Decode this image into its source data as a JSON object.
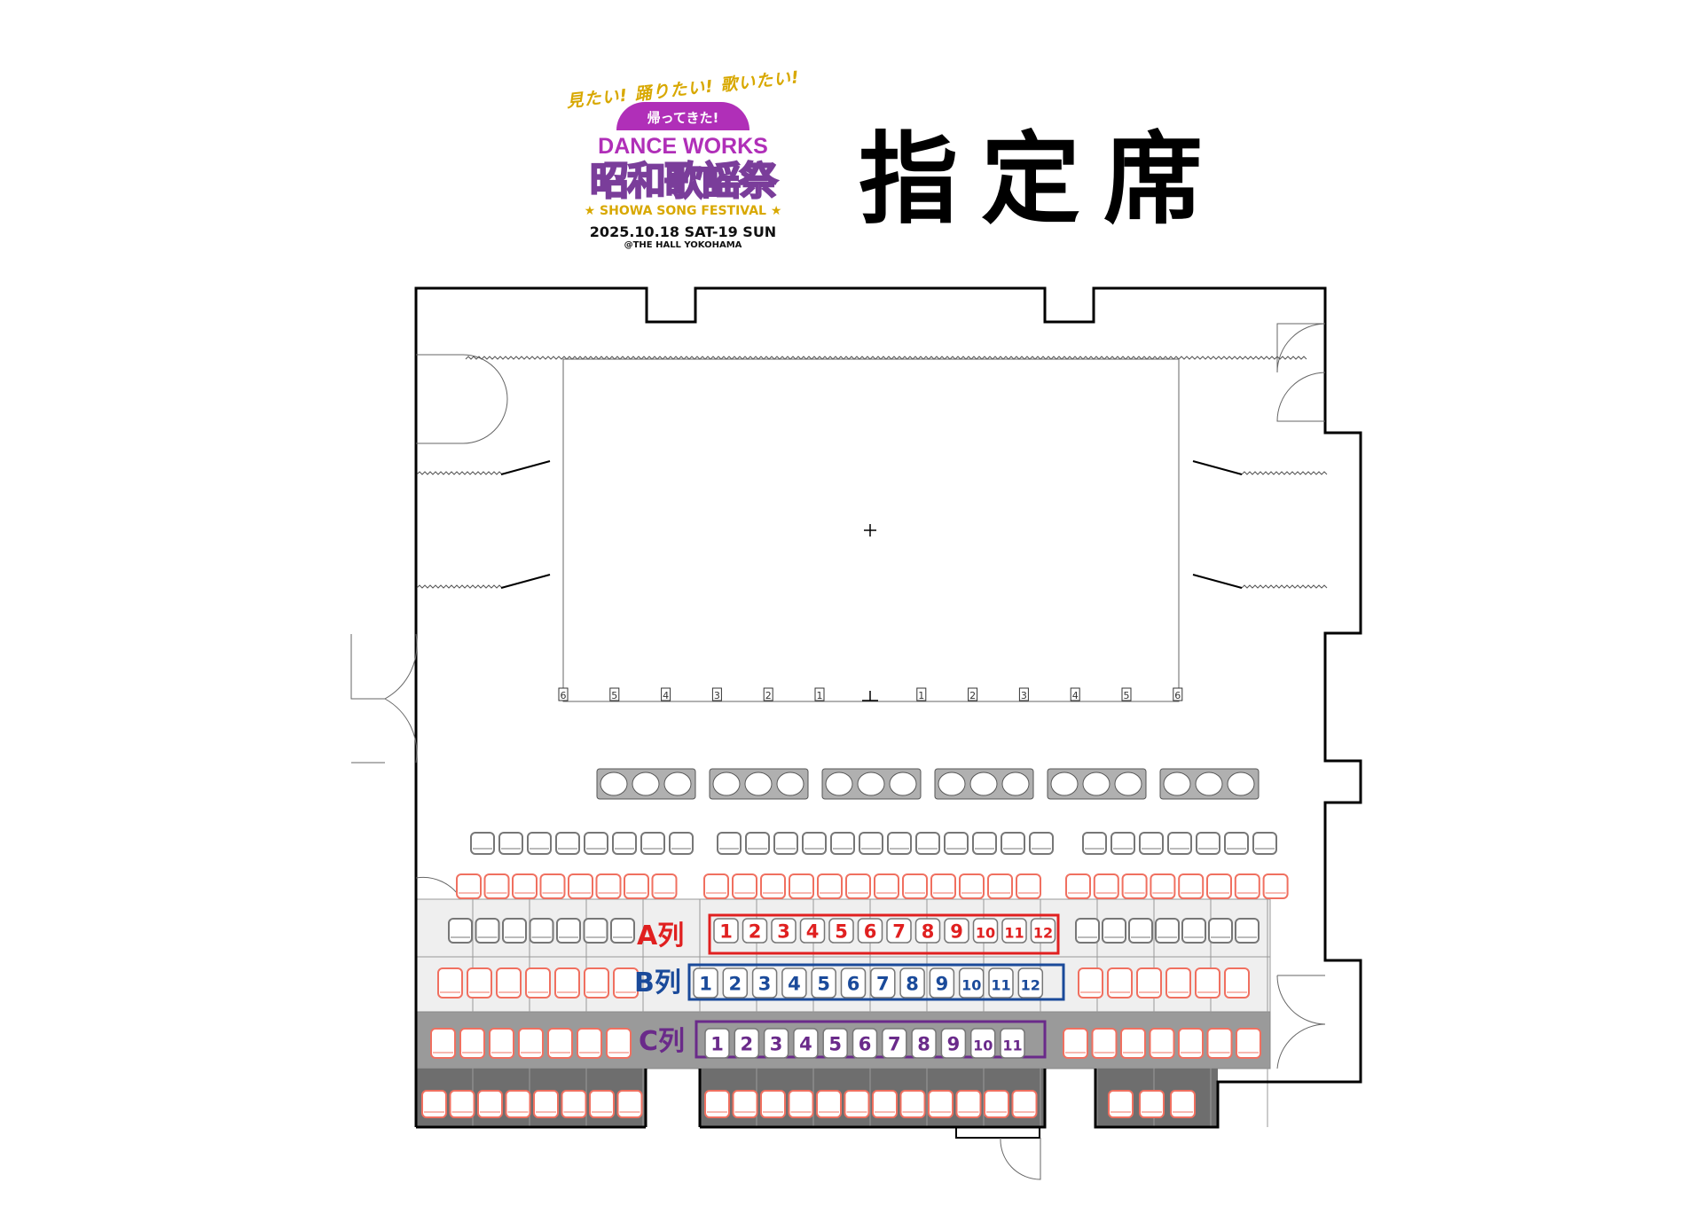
{
  "logo": {
    "tagline": "見たい! 踊りたい! 歌いたい!",
    "dome": "帰ってきた!",
    "dance_works": "DANCE WORKS",
    "japanese_title": "昭和歌謡祭",
    "festival": "★ SHOWA SONG FESTIVAL ★",
    "date": "2025.10.18 SAT-19 SUN",
    "venue": "@THE HALL YOKOHAMA"
  },
  "title": "指定席",
  "stage_marks": [
    "6",
    "5",
    "4",
    "3",
    "2",
    "1",
    "1",
    "2",
    "3",
    "4",
    "5",
    "6"
  ],
  "rows": {
    "A": {
      "label": "A列",
      "color": "#e02020",
      "seats": [
        "1",
        "2",
        "3",
        "4",
        "5",
        "6",
        "7",
        "8",
        "9",
        "10",
        "11",
        "12"
      ]
    },
    "B": {
      "label": "B列",
      "color": "#1a4a9a",
      "seats": [
        "1",
        "2",
        "3",
        "4",
        "5",
        "6",
        "7",
        "8",
        "9",
        "10",
        "11",
        "12"
      ]
    },
    "C": {
      "label": "C列",
      "color": "#6a2a8a",
      "seats": [
        "1",
        "2",
        "3",
        "4",
        "5",
        "6",
        "7",
        "8",
        "9",
        "10",
        "11"
      ]
    }
  },
  "colors": {
    "reserved_seat": "#f07060",
    "other_seat": "#777777"
  },
  "table_groups": 6,
  "seats_per_table": 3
}
